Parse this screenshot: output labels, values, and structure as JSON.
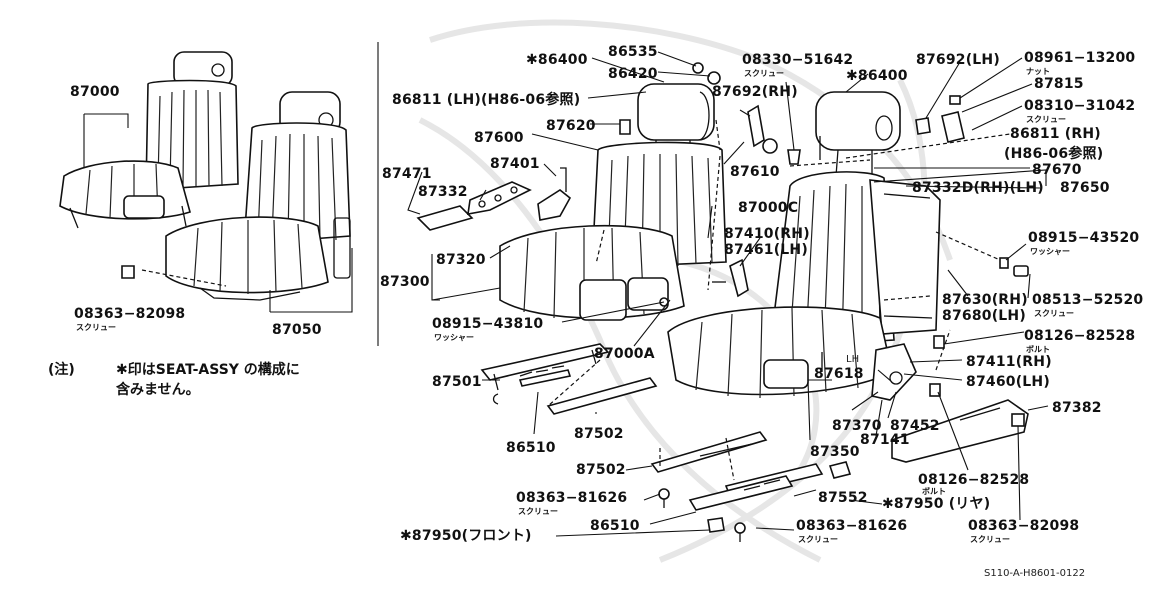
{
  "labels": {
    "inset_87000": "87000",
    "inset_87050": "87050",
    "inset_08363_82098": "08363−82098",
    "inset_screw": "スクリュー",
    "p86400_a": "✱86400",
    "p86535": "86535",
    "p86420": "86420",
    "p86811_lh": "86811 (LH)(H86-06参照)",
    "p87692_rh": "87692(RH)",
    "p87620": "87620",
    "p87600": "87600",
    "p87401": "87401",
    "p87471": "87471",
    "p87332": "87332",
    "p87610": "87610",
    "p87000c": "87000C",
    "p87410": "87410(RH)",
    "p87461": "87461(LH)",
    "p87320": "87320",
    "p87300": "87300",
    "p08915_43810": "08915−43810",
    "washer_a": "ワッシャー",
    "p87000a": "87000A",
    "p08330_51642": "08330−51642",
    "screw_b": "スクリュー",
    "p86400_b": "✱86400",
    "p87692_lh": "87692(LH)",
    "p08961_13200": "08961−13200",
    "nut": "ナット",
    "p87815": "87815",
    "p08310_31042": "08310−31042",
    "screw_c": "スクリュー",
    "p86811_rh": "86811 (RH)",
    "p86811_ref": "(H86-06参照)",
    "p87670": "87670",
    "p87332d": "87332D(RH)(LH)",
    "p87650": "87650",
    "p08915_43520": "08915−43520",
    "washer_b": "ワッシャー",
    "p87630": "87630(RH)",
    "p87680": "87680(LH)",
    "p08513_52520": "08513−52520",
    "screw_d": "スクリュー",
    "p08126_82528_a": "08126−82528",
    "bolt_a": "ボルト",
    "p87411": "87411(RH)",
    "p87460": "87460(LH)",
    "p87618": "87618",
    "p87370": "87370",
    "p87452": "87452",
    "p87141": "87141",
    "p87350": "87350",
    "p87382": "87382",
    "p08126_82528_b": "08126−82528",
    "bolt_b": "ボルト",
    "p08363_82098_b": "08363−82098",
    "screw_e": "スクリュー",
    "p87501": "87501",
    "p86510_a": "86510",
    "p87502_a": "87502",
    "p87502_b": "87502",
    "p08363_81626_a": "08363−81626",
    "screw_f": "スクリュー",
    "p86510_b": "86510",
    "p87950_front": "✱87950(フロント)",
    "p87552": "87552",
    "p87950_rear": "✱87950 (リヤ)",
    "p08363_81626_b": "08363−81626",
    "screw_g": "スクリュー",
    "lh_mark": "LH",
    "note_prefix": "(注)",
    "note_line1": "✱印はSEAT-ASSY の構成に",
    "note_line2": "含みません。",
    "diagram_code": "S110-A-H8601-0122"
  }
}
